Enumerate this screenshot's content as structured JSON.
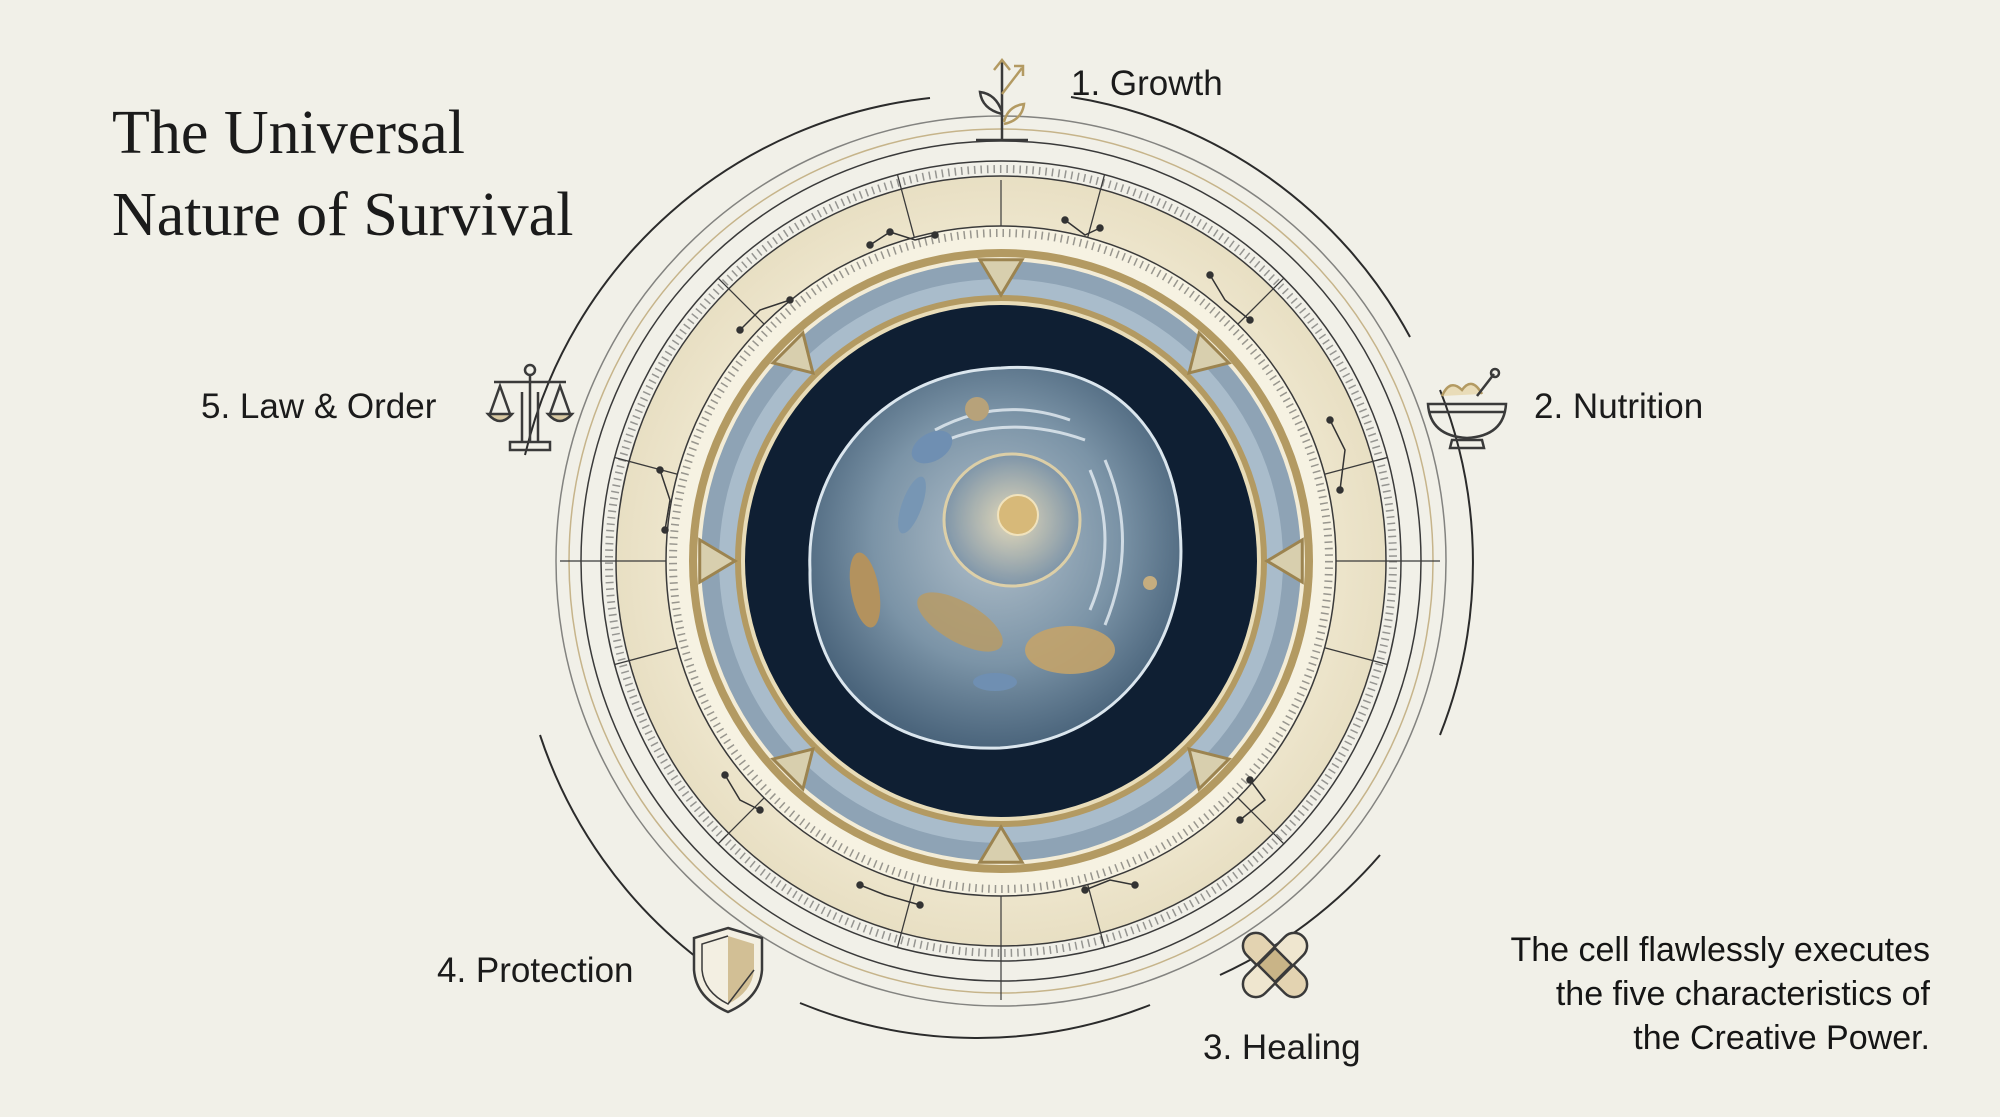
{
  "title": {
    "line1": "The Universal",
    "line2": "Nature of Survival"
  },
  "characteristics": [
    {
      "label": "1. Growth",
      "icon": "growth-sprout-icon"
    },
    {
      "label": "2. Nutrition",
      "icon": "food-bowl-icon"
    },
    {
      "label": "3. Healing",
      "icon": "bandage-icon"
    },
    {
      "label": "4. Protection",
      "icon": "shield-icon"
    },
    {
      "label": "5. Law & Order",
      "icon": "scales-icon"
    }
  ],
  "caption": {
    "line1": "The cell flawlessly executes",
    "line2": "the five characteristics of",
    "line3": "the Creative Power."
  },
  "colors": {
    "background": "#f1f0e8",
    "gold": "#b39a62",
    "navy": "#0f1f33",
    "ink": "#2a2a2a"
  }
}
